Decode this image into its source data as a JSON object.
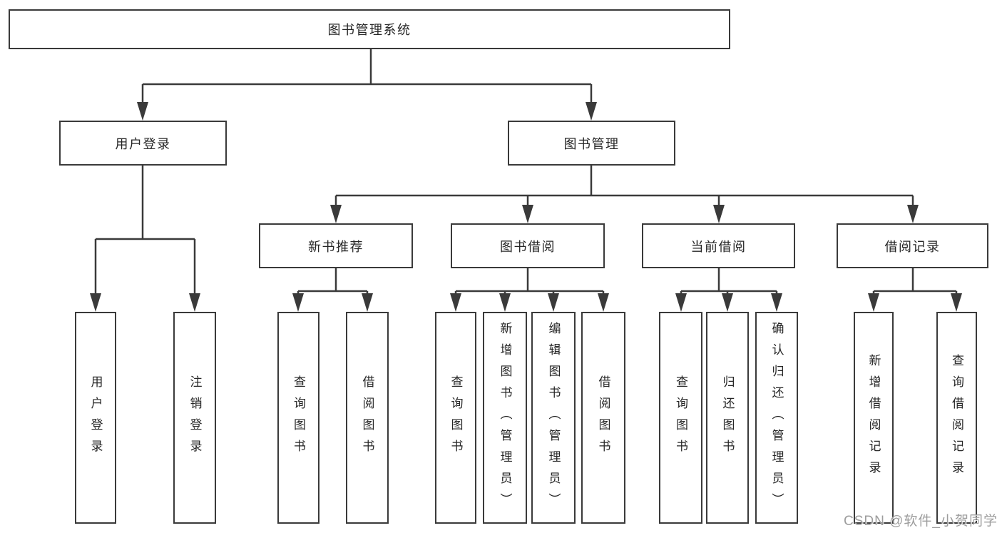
{
  "diagram": {
    "root": "图书管理系统",
    "level2": {
      "user_login": "用户登录",
      "book_mgmt": "图书管理"
    },
    "level3": {
      "new_books": "新书推荐",
      "book_borrow": "图书借阅",
      "current_borrow": "当前借阅",
      "borrow_records": "借阅记录"
    },
    "leaves": {
      "user_login_1": "用户登录",
      "user_login_2": "注销登录",
      "new_books_1": "查询图书",
      "new_books_2": "借阅图书",
      "book_borrow_1": "查询图书",
      "book_borrow_2": "新增图书（管理员）",
      "book_borrow_3": "编辑图书（管理员）",
      "book_borrow_4": "借阅图书",
      "current_borrow_1": "查询图书",
      "current_borrow_2": "归还图书",
      "current_borrow_3": "确认归还（管理员）",
      "borrow_records_1": "新增借阅记录",
      "borrow_records_2": "查询借阅记录"
    }
  },
  "watermark": "CSDN @软件_小贺同学",
  "colors": {
    "line": "#3a3a3a",
    "text": "#262626",
    "watermark": "#9d9d9d",
    "background": "#ffffff"
  }
}
